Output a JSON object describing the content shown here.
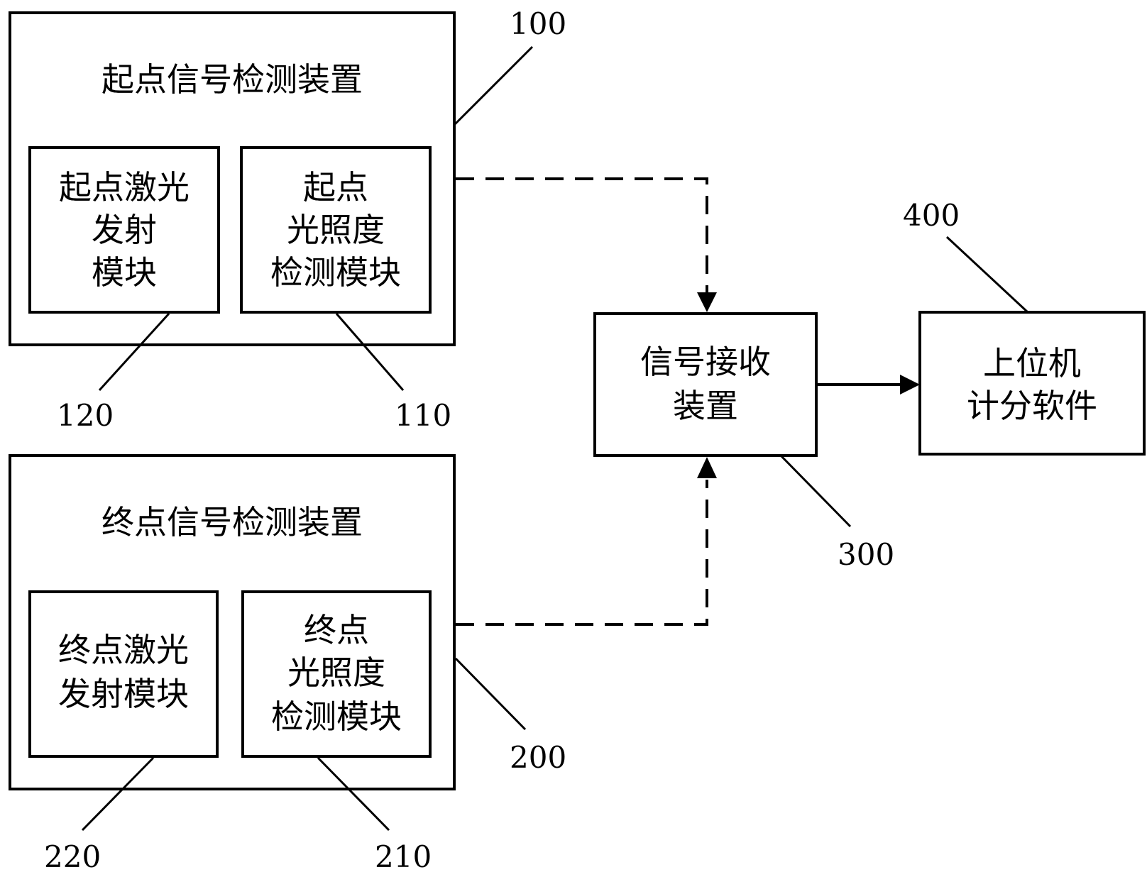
{
  "start_device": {
    "title": "起点信号检测装置",
    "ref": "100",
    "laser_module": {
      "lines": [
        "起点激光",
        "发射",
        "模块"
      ],
      "ref": "120"
    },
    "light_module": {
      "lines": [
        "起点",
        "光照度",
        "检测模块"
      ],
      "ref": "110"
    }
  },
  "end_device": {
    "title": "终点信号检测装置",
    "ref": "200",
    "laser_module": {
      "lines": [
        "终点激光",
        "发射模块"
      ],
      "ref": "220"
    },
    "light_module": {
      "lines": [
        "终点",
        "光照度",
        "检测模块"
      ],
      "ref": "210"
    }
  },
  "receiver": {
    "lines": [
      "信号接收",
      "装置"
    ],
    "ref": "300"
  },
  "host_software": {
    "lines": [
      "上位机",
      "计分软件"
    ],
    "ref": "400"
  }
}
